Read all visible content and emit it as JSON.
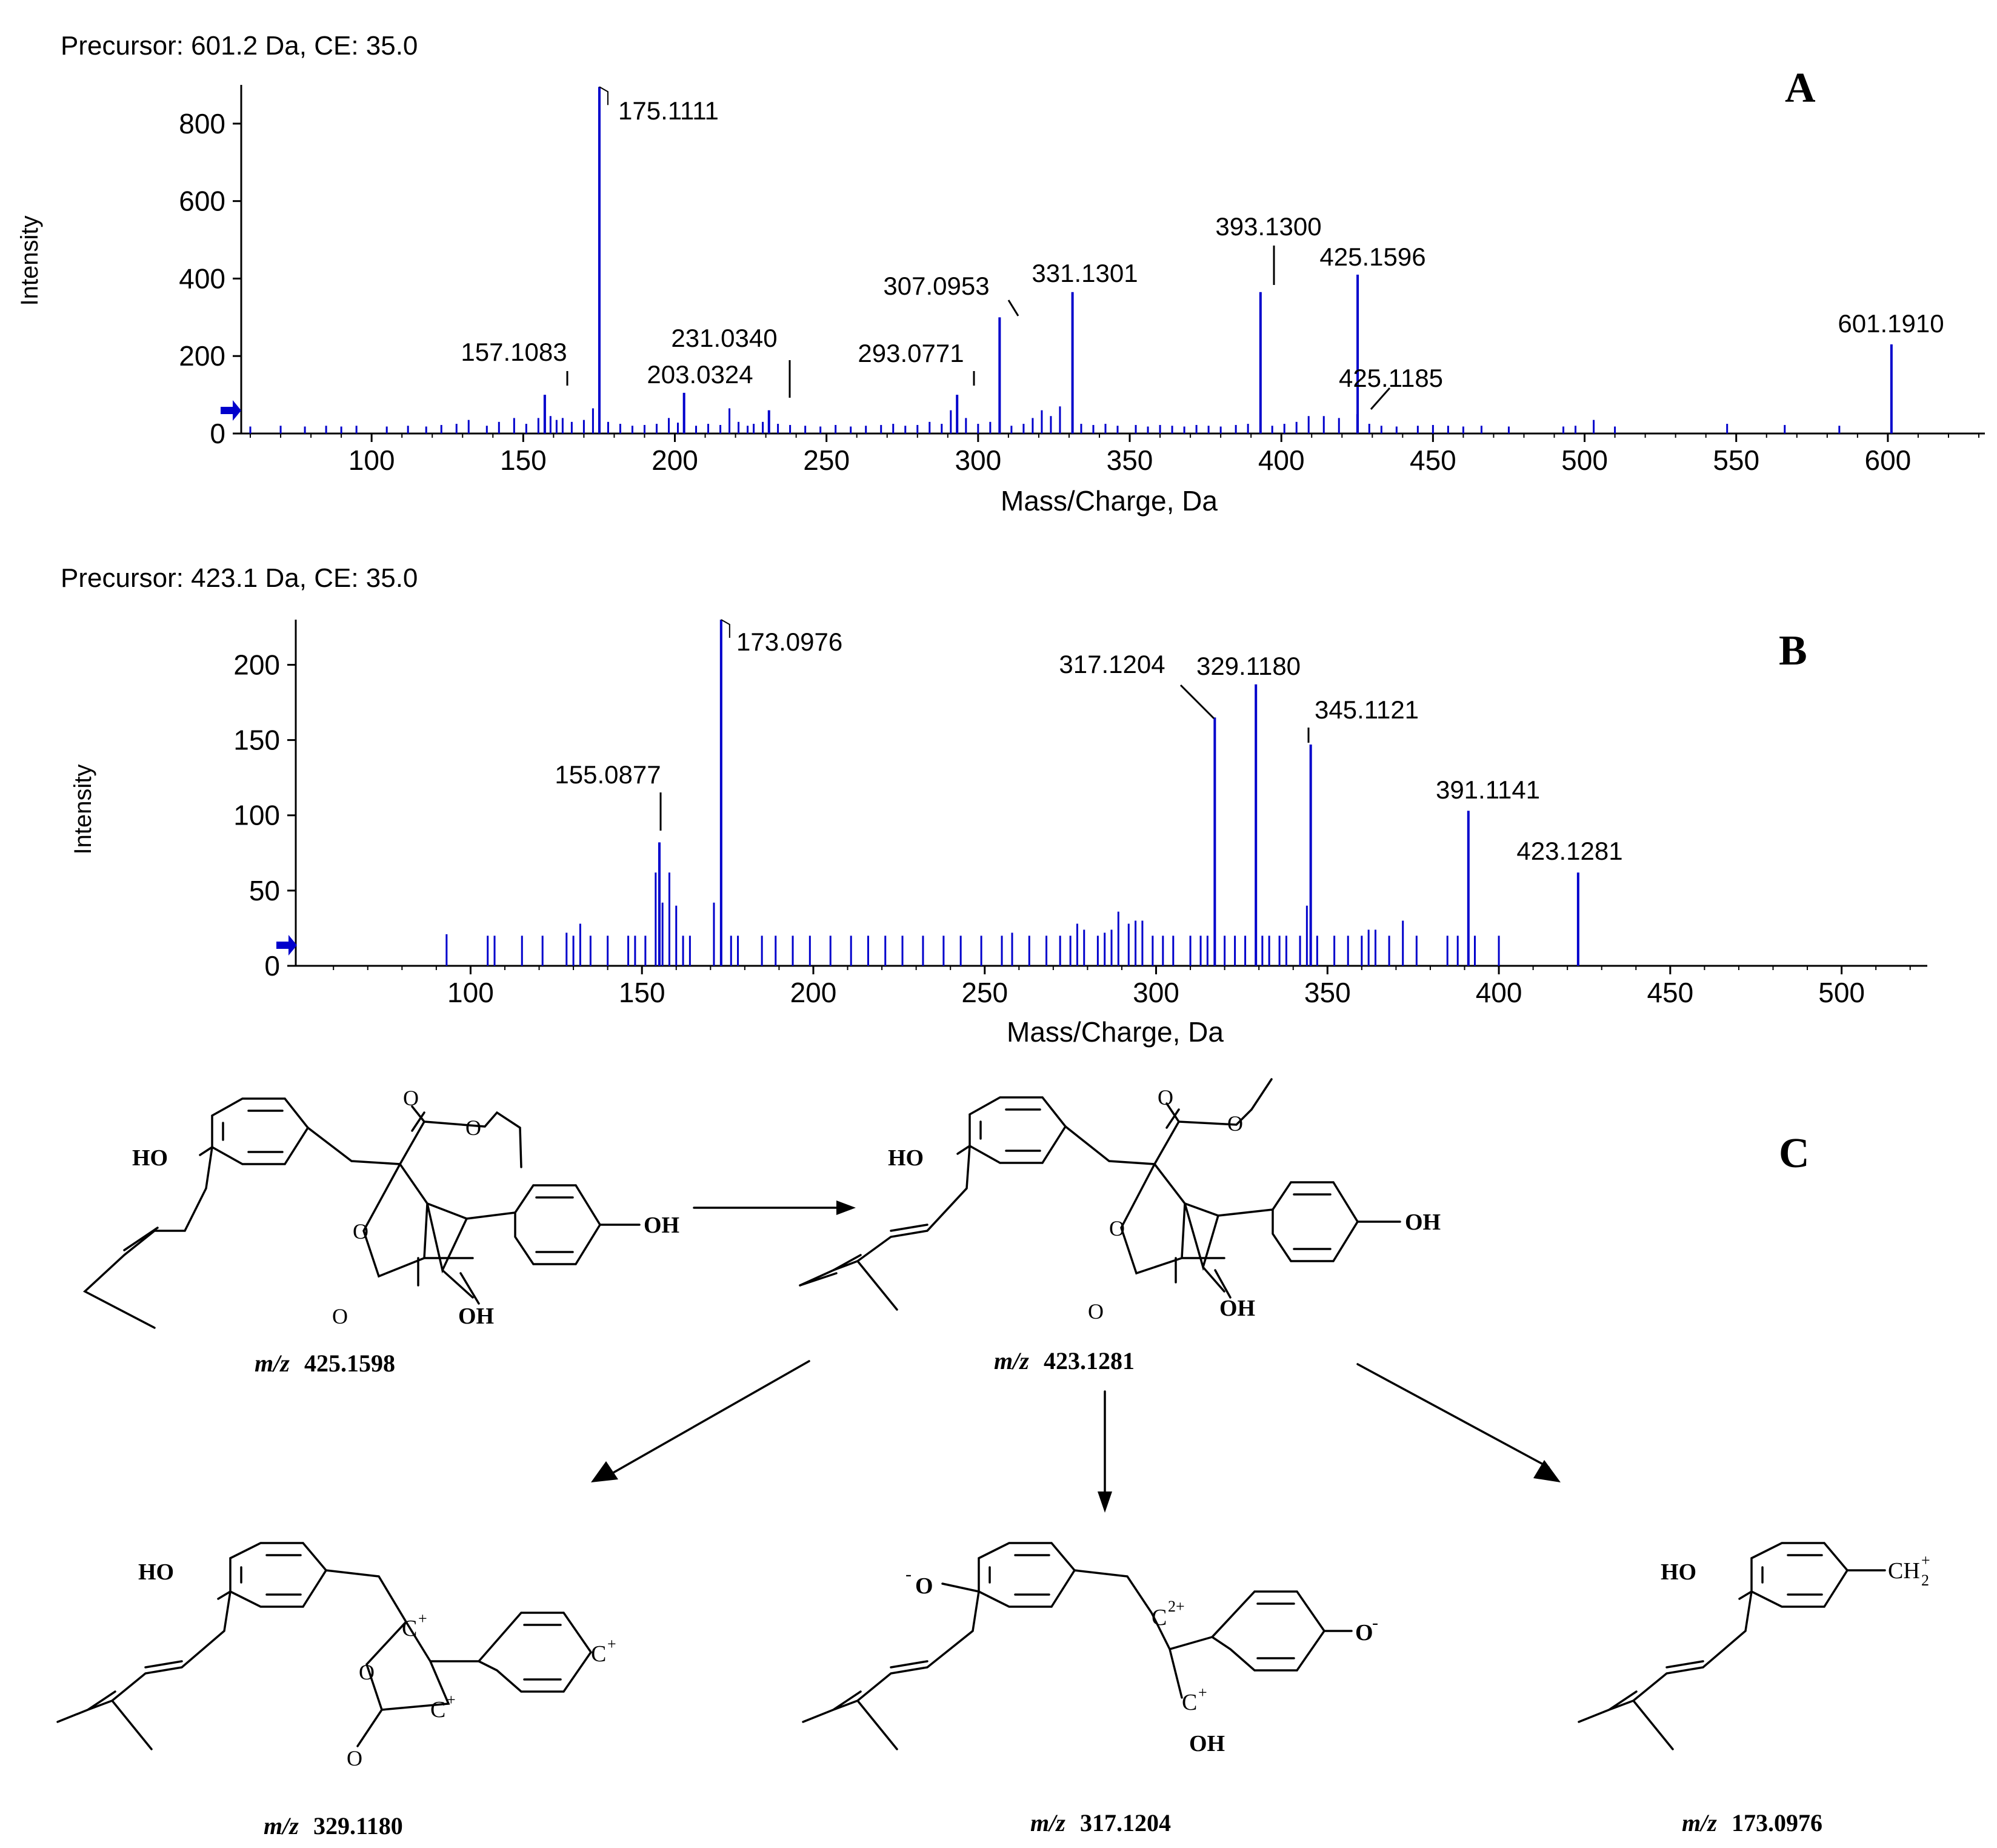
{
  "chart_data": [
    {
      "type": "bar",
      "panel_label": "A",
      "precursor_text": "Precursor: 601.2 Da, CE: 35.0",
      "xlabel": "Mass/Charge, Da",
      "ylabel": "Intensity",
      "xlim": [
        57,
        632
      ],
      "ylim": [
        0,
        900
      ],
      "xticks": [
        "100",
        "150",
        "200",
        "250",
        "300",
        "350",
        "400",
        "450",
        "500",
        "550",
        "600"
      ],
      "yticks": [
        "0",
        "200",
        "400",
        "600",
        "800"
      ],
      "grid": false,
      "series_color": "#0000cc",
      "peaks": [
        {
          "mz": 157.1083,
          "intensity": 100,
          "label": "157.1083"
        },
        {
          "mz": 175.1111,
          "intensity": 895,
          "label": "175.1111"
        },
        {
          "mz": 203.0324,
          "intensity": 105,
          "label": "203.0324"
        },
        {
          "mz": 231.034,
          "intensity": 60,
          "label": "231.0340"
        },
        {
          "mz": 293.0771,
          "intensity": 100,
          "label": "293.0771"
        },
        {
          "mz": 307.0953,
          "intensity": 300,
          "label": "307.0953"
        },
        {
          "mz": 331.1301,
          "intensity": 365,
          "label": "331.1301"
        },
        {
          "mz": 393.13,
          "intensity": 365,
          "label": "393.1300"
        },
        {
          "mz": 425.1596,
          "intensity": 410,
          "label": "425.1596"
        },
        {
          "mz": 425.1185,
          "intensity": 50,
          "label": "425.1185"
        },
        {
          "mz": 601.191,
          "intensity": 230,
          "label": "601.1910"
        }
      ],
      "minor_peaks": [
        [
          60,
          18
        ],
        [
          70,
          20
        ],
        [
          78,
          18
        ],
        [
          85,
          20
        ],
        [
          90,
          18
        ],
        [
          95,
          20
        ],
        [
          105,
          18
        ],
        [
          112,
          20
        ],
        [
          118,
          18
        ],
        [
          123,
          22
        ],
        [
          128,
          25
        ],
        [
          132,
          35
        ],
        [
          138,
          20
        ],
        [
          142,
          30
        ],
        [
          147,
          40
        ],
        [
          151,
          25
        ],
        [
          155,
          40
        ],
        [
          159,
          45
        ],
        [
          161,
          35
        ],
        [
          163,
          40
        ],
        [
          166,
          30
        ],
        [
          170,
          35
        ],
        [
          173,
          65
        ],
        [
          178,
          30
        ],
        [
          182,
          25
        ],
        [
          186,
          20
        ],
        [
          190,
          22
        ],
        [
          194,
          25
        ],
        [
          198,
          40
        ],
        [
          201,
          28
        ],
        [
          207,
          20
        ],
        [
          211,
          25
        ],
        [
          215,
          22
        ],
        [
          218,
          65
        ],
        [
          221,
          30
        ],
        [
          224,
          20
        ],
        [
          226,
          25
        ],
        [
          229,
          30
        ],
        [
          234,
          25
        ],
        [
          238,
          22
        ],
        [
          243,
          20
        ],
        [
          248,
          18
        ],
        [
          253,
          22
        ],
        [
          258,
          18
        ],
        [
          263,
          20
        ],
        [
          268,
          22
        ],
        [
          272,
          25
        ],
        [
          276,
          20
        ],
        [
          280,
          22
        ],
        [
          284,
          30
        ],
        [
          288,
          25
        ],
        [
          291,
          60
        ],
        [
          296,
          40
        ],
        [
          300,
          25
        ],
        [
          304,
          30
        ],
        [
          311,
          20
        ],
        [
          315,
          25
        ],
        [
          318,
          40
        ],
        [
          321,
          60
        ],
        [
          324,
          45
        ],
        [
          327,
          70
        ],
        [
          334,
          25
        ],
        [
          338,
          22
        ],
        [
          342,
          25
        ],
        [
          346,
          20
        ],
        [
          352,
          22
        ],
        [
          356,
          18
        ],
        [
          360,
          22
        ],
        [
          364,
          20
        ],
        [
          368,
          18
        ],
        [
          372,
          22
        ],
        [
          376,
          20
        ],
        [
          380,
          18
        ],
        [
          385,
          22
        ],
        [
          389,
          25
        ],
        [
          397,
          20
        ],
        [
          401,
          25
        ],
        [
          405,
          30
        ],
        [
          409,
          45
        ],
        [
          414,
          45
        ],
        [
          419,
          40
        ],
        [
          429,
          25
        ],
        [
          433,
          20
        ],
        [
          438,
          18
        ],
        [
          445,
          20
        ],
        [
          450,
          22
        ],
        [
          455,
          20
        ],
        [
          460,
          18
        ],
        [
          466,
          20
        ],
        [
          475,
          18
        ],
        [
          493,
          18
        ],
        [
          497,
          20
        ],
        [
          503,
          35
        ],
        [
          510,
          18
        ],
        [
          547,
          25
        ],
        [
          566,
          22
        ],
        [
          584,
          20
        ]
      ]
    },
    {
      "type": "bar",
      "panel_label": "B",
      "precursor_text": "Precursor: 423.1 Da, CE: 35.0",
      "xlabel": "Mass/Charge, Da",
      "ylabel": "Intensity",
      "xlim": [
        49,
        525
      ],
      "ylim": [
        0,
        230
      ],
      "xticks": [
        "100",
        "150",
        "200",
        "250",
        "300",
        "350",
        "400",
        "450",
        "500"
      ],
      "yticks": [
        "0",
        "50",
        "100",
        "150",
        "200"
      ],
      "grid": false,
      "series_color": "#0000cc",
      "peaks": [
        {
          "mz": 155.0877,
          "intensity": 82,
          "label": "155.0877"
        },
        {
          "mz": 173.0976,
          "intensity": 230,
          "label": "173.0976"
        },
        {
          "mz": 317.1204,
          "intensity": 165,
          "label": "317.1204"
        },
        {
          "mz": 329.118,
          "intensity": 187,
          "label": "329.1180"
        },
        {
          "mz": 345.1121,
          "intensity": 147,
          "label": "345.1121"
        },
        {
          "mz": 391.1141,
          "intensity": 103,
          "label": "391.1141"
        },
        {
          "mz": 423.1281,
          "intensity": 62,
          "label": "423.1281"
        }
      ],
      "minor_peaks": [
        [
          93,
          21
        ],
        [
          105,
          20
        ],
        [
          107,
          20
        ],
        [
          115,
          20
        ],
        [
          121,
          20
        ],
        [
          128,
          22
        ],
        [
          130,
          20
        ],
        [
          132,
          28
        ],
        [
          135,
          20
        ],
        [
          140,
          20
        ],
        [
          146,
          20
        ],
        [
          148,
          20
        ],
        [
          151,
          20
        ],
        [
          154,
          62
        ],
        [
          156,
          42
        ],
        [
          158,
          62
        ],
        [
          160,
          40
        ],
        [
          162,
          20
        ],
        [
          164,
          20
        ],
        [
          171,
          42
        ],
        [
          176,
          20
        ],
        [
          178,
          20
        ],
        [
          185,
          20
        ],
        [
          189,
          20
        ],
        [
          194,
          20
        ],
        [
          199,
          20
        ],
        [
          205,
          20
        ],
        [
          211,
          20
        ],
        [
          216,
          20
        ],
        [
          221,
          20
        ],
        [
          226,
          20
        ],
        [
          232,
          20
        ],
        [
          238,
          20
        ],
        [
          243,
          20
        ],
        [
          249,
          20
        ],
        [
          255,
          20
        ],
        [
          258,
          22
        ],
        [
          263,
          20
        ],
        [
          268,
          20
        ],
        [
          272,
          20
        ],
        [
          275,
          20
        ],
        [
          277,
          28
        ],
        [
          279,
          24
        ],
        [
          283,
          20
        ],
        [
          285,
          22
        ],
        [
          287,
          24
        ],
        [
          289,
          36
        ],
        [
          292,
          28
        ],
        [
          294,
          30
        ],
        [
          296,
          30
        ],
        [
          299,
          20
        ],
        [
          302,
          20
        ],
        [
          305,
          20
        ],
        [
          310,
          20
        ],
        [
          313,
          20
        ],
        [
          315,
          20
        ],
        [
          320,
          20
        ],
        [
          323,
          20
        ],
        [
          326,
          20
        ],
        [
          331,
          20
        ],
        [
          333,
          20
        ],
        [
          336,
          20
        ],
        [
          338,
          20
        ],
        [
          342,
          20
        ],
        [
          344,
          40
        ],
        [
          347,
          20
        ],
        [
          352,
          20
        ],
        [
          356,
          20
        ],
        [
          360,
          20
        ],
        [
          362,
          24
        ],
        [
          364,
          24
        ],
        [
          368,
          20
        ],
        [
          372,
          30
        ],
        [
          376,
          20
        ],
        [
          385,
          20
        ],
        [
          388,
          20
        ],
        [
          393,
          20
        ],
        [
          400,
          20
        ]
      ]
    }
  ],
  "scheme": {
    "panel_label": "C",
    "compounds": [
      {
        "prefix": "m/z",
        "value": "425.1598"
      },
      {
        "prefix": "m/z",
        "value": "423.1281"
      },
      {
        "prefix": "m/z",
        "value": "329.1180"
      },
      {
        "prefix": "m/z",
        "value": "317.1204"
      },
      {
        "prefix": "m/z",
        "value": "173.0976"
      }
    ],
    "atom_labels": {
      "ho": "HO",
      "oh": "OH",
      "o": "O",
      "o_minus": "O",
      "c": "C",
      "ch2": "CH",
      "sub2": "2",
      "plus": "+",
      "two_plus": "2+",
      "minus": "-"
    }
  }
}
